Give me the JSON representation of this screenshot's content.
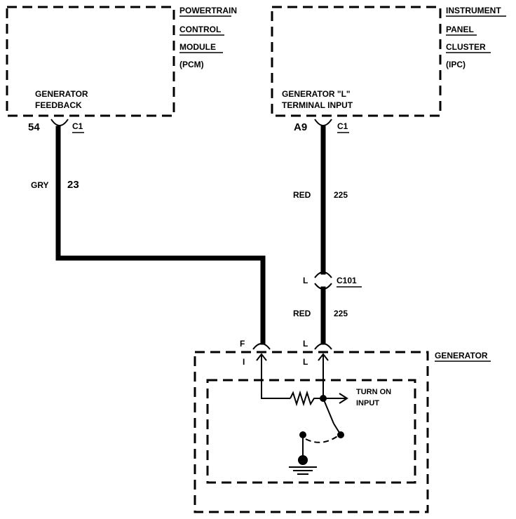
{
  "pcm": {
    "title_lines": [
      "POWERTRAIN",
      "CONTROL",
      "MODULE",
      "(PCM)"
    ],
    "terminal_label_lines": [
      "GENERATOR",
      "FEEDBACK"
    ],
    "pin": "54",
    "connector": "C1"
  },
  "ipc": {
    "title_lines": [
      "INSTRUMENT",
      "PANEL",
      "CLUSTER",
      "(IPC)"
    ],
    "terminal_label_lines": [
      "GENERATOR \"L\"",
      "TERMINAL INPUT"
    ],
    "pin": "A9",
    "connector": "C1"
  },
  "wire_gry": {
    "color": "GRY",
    "circuit": "23"
  },
  "wire_red_upper": {
    "color": "RED",
    "circuit": "225"
  },
  "inline_connector": {
    "pin": "L",
    "name": "C101"
  },
  "wire_red_lower": {
    "color": "RED",
    "circuit": "225"
  },
  "generator": {
    "title": "GENERATOR",
    "f_pin_top": "F",
    "f_pin_bottom": "I",
    "l_pin_top": "L",
    "l_pin_bottom": "L",
    "turn_on_lines": [
      "TURN ON",
      "INPUT"
    ]
  }
}
